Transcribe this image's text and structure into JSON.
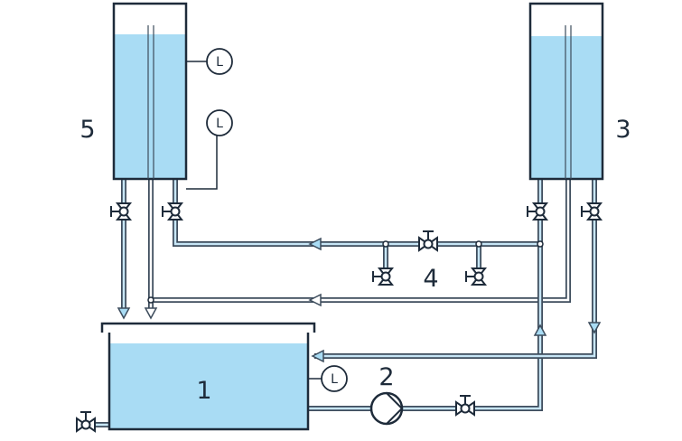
{
  "diagram": {
    "labels": {
      "tank_main": "1",
      "pump": "2",
      "tank_right": "3",
      "valve_group": "4",
      "tank_left": "5"
    },
    "level_gauge_letter": "L",
    "colors": {
      "water": "#a9dcf4",
      "pipe_outline": "#3d4c5c",
      "pipe_fill": "#c7e6f6",
      "dark": "#1e2b3a",
      "background": "#ffffff"
    },
    "icons": [
      "valve-icon",
      "level-gauge-icon",
      "pump-icon",
      "flow-arrow-icon",
      "junction-dot-icon"
    ]
  }
}
